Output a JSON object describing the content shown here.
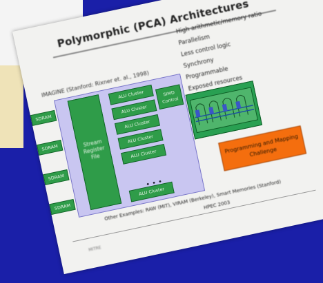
{
  "slide": {
    "title": "Polymorphic (PCA) Architectures",
    "reference": "IMAGINE (Stanford: Rixner et. al., 1998)",
    "bullets": [
      "High arithmetic/memory ratio",
      "Parallelism",
      "Less control logic",
      "Synchrony",
      "Programmable",
      "Exposed resources"
    ],
    "diagram": {
      "sdram_label": "SDRAM",
      "srf_label": "Stream Register File",
      "clusters": [
        "ALU Cluster",
        "ALU Cluster",
        "ALU Cluster",
        "ALU Cluster",
        "ALU Cluster",
        "ALU Cluster"
      ],
      "control_label": "SIMD Control",
      "ellipsis": "• • •"
    },
    "callout": "Programming and Mapping Challenge",
    "other_examples": "Other Examples: RAW (MIT), VIRAM (Berkeley), Smart Memories (Stanford)",
    "footer": "HPEC 2003",
    "logo_text": "MITRE"
  },
  "colors": {
    "background": "#1a1fa8",
    "slide": "#f2f2f0",
    "block_green": "#2f9c49",
    "diagram_bg": "#c9c6f1",
    "callout_orange": "#f46e0e"
  }
}
